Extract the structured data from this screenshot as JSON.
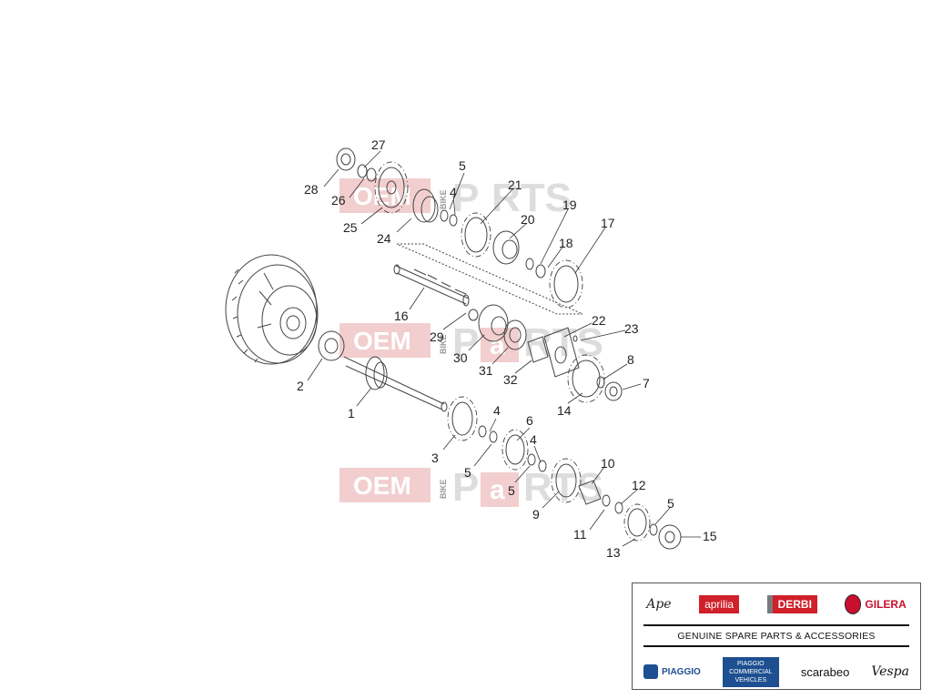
{
  "diagram": {
    "part_numbers": [
      "27",
      "28",
      "26",
      "25",
      "24",
      "5",
      "4",
      "21",
      "20",
      "19",
      "18",
      "17",
      "16",
      "29",
      "30",
      "31",
      "32",
      "22",
      "23",
      "8",
      "7",
      "14",
      "2",
      "1",
      "4",
      "3",
      "5",
      "6",
      "4",
      "5",
      "10",
      "9",
      "12",
      "11",
      "5",
      "13",
      "15"
    ]
  },
  "watermark": {
    "oem": "OEM",
    "bike": "BIKE",
    "parts_p": "P",
    "parts_a": "a",
    "parts_rest": "RTS"
  },
  "brands": {
    "row1": [
      "Ape",
      "aprilia",
      "DERBI",
      "GILERA"
    ],
    "caption": "GENUINE SPARE PARTS & ACCESSORIES",
    "row2": [
      "PIAGGIO",
      "PIAGGIO COMMERCIAL VEHICLES",
      "scarabeo",
      "Vespa"
    ]
  },
  "colors": {
    "aprilia_red": "#d0202a",
    "derbi_red": "#d0202a",
    "gilera_red": "#c8102e",
    "piaggio_blue": "#1d4f91",
    "watermark_pink": "#e8a6a6"
  }
}
